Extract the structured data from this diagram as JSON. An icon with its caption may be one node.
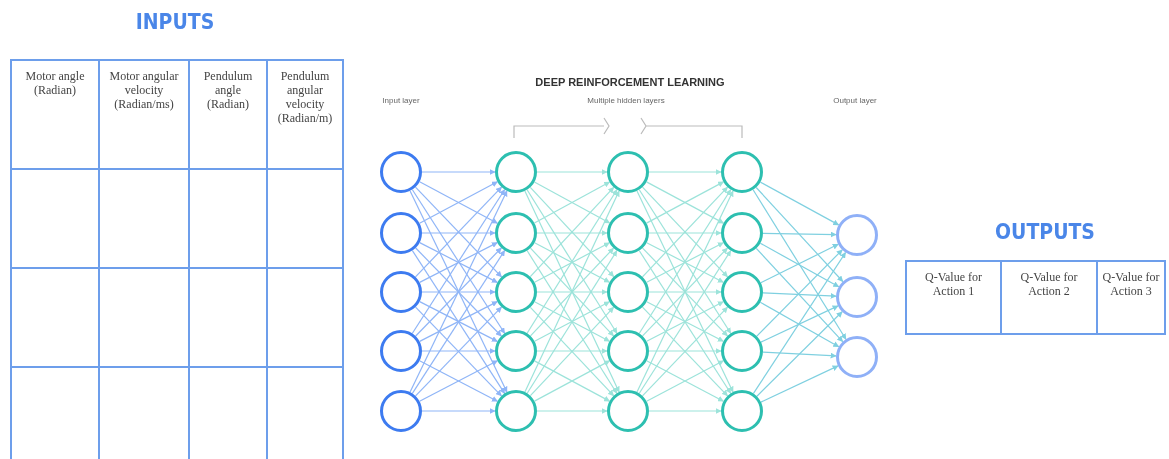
{
  "diagram": {
    "title": "DEEP REINFORCEMENT LEARNING",
    "nodes": [
      {
        "text": [],
        "shape": "circle"
      },
      {
        "text": [],
        "shape": "circle"
      },
      {
        "text": [],
        "shape": "circle"
      },
      {
        "text": [],
        "shape": "circle"
      },
      {
        "text": [],
        "shape": "circle"
      },
      {
        "text": [],
        "shape": "circle"
      },
      {
        "text": [],
        "shape": "circle"
      },
      {
        "text": [],
        "shape": "circle"
      },
      {
        "text": [],
        "shape": "circle"
      },
      {
        "text": [],
        "shape": "circle"
      },
      {
        "text": [],
        "shape": "circle"
      },
      {
        "text": [],
        "shape": "circle"
      },
      {
        "text": [],
        "shape": "circle"
      },
      {
        "text": [],
        "shape": "circle"
      },
      {
        "text": [],
        "shape": "circle"
      },
      {
        "text": [],
        "shape": "circle"
      },
      {
        "text": [],
        "shape": "circle"
      },
      {
        "text": [],
        "shape": "circle"
      },
      {
        "text": [],
        "shape": "circle"
      },
      {
        "text": [],
        "shape": "circle"
      },
      {
        "text": [],
        "shape": "circle"
      },
      {
        "text": [],
        "shape": "circle"
      },
      {
        "text": [],
        "shape": "circle"
      }
    ],
    "edges": [
      {
        "from": 0,
        "to": 5,
        "arrow": "to"
      },
      {
        "from": 0,
        "to": 6,
        "arrow": "to"
      },
      {
        "from": 0,
        "to": 7,
        "arrow": "to"
      },
      {
        "from": 0,
        "to": 8,
        "arrow": "to"
      },
      {
        "from": 0,
        "to": 9,
        "arrow": "to"
      },
      {
        "from": 1,
        "to": 5,
        "arrow": "to"
      },
      {
        "from": 1,
        "to": 6,
        "arrow": "to"
      },
      {
        "from": 1,
        "to": 7,
        "arrow": "to"
      },
      {
        "from": 1,
        "to": 8,
        "arrow": "to"
      },
      {
        "from": 1,
        "to": 9,
        "arrow": "to"
      },
      {
        "from": 2,
        "to": 5,
        "arrow": "to"
      },
      {
        "from": 2,
        "to": 6,
        "arrow": "to"
      },
      {
        "from": 2,
        "to": 7,
        "arrow": "to"
      },
      {
        "from": 2,
        "to": 8,
        "arrow": "to"
      },
      {
        "from": 2,
        "to": 9,
        "arrow": "to"
      },
      {
        "from": 3,
        "to": 5,
        "arrow": "to"
      },
      {
        "from": 3,
        "to": 6,
        "arrow": "to"
      },
      {
        "from": 3,
        "to": 7,
        "arrow": "to"
      },
      {
        "from": 3,
        "to": 8,
        "arrow": "to"
      },
      {
        "from": 3,
        "to": 9,
        "arrow": "to"
      },
      {
        "from": 4,
        "to": 5,
        "arrow": "to"
      },
      {
        "from": 4,
        "to": 6,
        "arrow": "to"
      },
      {
        "from": 4,
        "to": 7,
        "arrow": "to"
      },
      {
        "from": 4,
        "to": 8,
        "arrow": "to"
      },
      {
        "from": 4,
        "to": 9,
        "arrow": "to"
      },
      {
        "from": 5,
        "to": 10,
        "arrow": "to"
      },
      {
        "from": 5,
        "to": 11,
        "arrow": "to"
      },
      {
        "from": 5,
        "to": 12,
        "arrow": "to"
      },
      {
        "from": 5,
        "to": 13,
        "arrow": "to"
      },
      {
        "from": 5,
        "to": 14,
        "arrow": "to"
      },
      {
        "from": 6,
        "to": 10,
        "arrow": "to"
      },
      {
        "from": 6,
        "to": 11,
        "arrow": "to"
      },
      {
        "from": 6,
        "to": 12,
        "arrow": "to"
      },
      {
        "from": 6,
        "to": 13,
        "arrow": "to"
      },
      {
        "from": 6,
        "to": 14,
        "arrow": "to"
      },
      {
        "from": 7,
        "to": 10,
        "arrow": "to"
      },
      {
        "from": 7,
        "to": 11,
        "arrow": "to"
      },
      {
        "from": 7,
        "to": 12,
        "arrow": "to"
      },
      {
        "from": 7,
        "to": 13,
        "arrow": "to"
      },
      {
        "from": 7,
        "to": 14,
        "arrow": "to"
      },
      {
        "from": 8,
        "to": 10,
        "arrow": "to"
      },
      {
        "from": 8,
        "to": 11,
        "arrow": "to"
      },
      {
        "from": 8,
        "to": 12,
        "arrow": "to"
      },
      {
        "from": 8,
        "to": 13,
        "arrow": "to"
      },
      {
        "from": 8,
        "to": 14,
        "arrow": "to"
      },
      {
        "from": 9,
        "to": 10,
        "arrow": "to"
      },
      {
        "from": 9,
        "to": 11,
        "arrow": "to"
      },
      {
        "from": 9,
        "to": 12,
        "arrow": "to"
      },
      {
        "from": 9,
        "to": 13,
        "arrow": "to"
      },
      {
        "from": 9,
        "to": 14,
        "arrow": "to"
      },
      {
        "from": 10,
        "to": 15,
        "arrow": "to"
      },
      {
        "from": 10,
        "to": 16,
        "arrow": "to"
      },
      {
        "from": 10,
        "to": 17,
        "arrow": "to"
      },
      {
        "from": 10,
        "to": 18,
        "arrow": "to"
      },
      {
        "from": 10,
        "to": 19,
        "arrow": "to"
      },
      {
        "from": 11,
        "to": 15,
        "arrow": "to"
      },
      {
        "from": 11,
        "to": 16,
        "arrow": "to"
      },
      {
        "from": 11,
        "to": 17,
        "arrow": "to"
      },
      {
        "from": 11,
        "to": 18,
        "arrow": "to"
      },
      {
        "from": 11,
        "to": 19,
        "arrow": "to"
      },
      {
        "from": 12,
        "to": 15,
        "arrow": "to"
      },
      {
        "from": 12,
        "to": 16,
        "arrow": "to"
      },
      {
        "from": 12,
        "to": 17,
        "arrow": "to"
      },
      {
        "from": 12,
        "to": 18,
        "arrow": "to"
      },
      {
        "from": 12,
        "to": 19,
        "arrow": "to"
      },
      {
        "from": 13,
        "to": 15,
        "arrow": "to"
      },
      {
        "from": 13,
        "to": 16,
        "arrow": "to"
      },
      {
        "from": 13,
        "to": 17,
        "arrow": "to"
      },
      {
        "from": 13,
        "to": 18,
        "arrow": "to"
      },
      {
        "from": 13,
        "to": 19,
        "arrow": "to"
      },
      {
        "from": 14,
        "to": 15,
        "arrow": "to"
      },
      {
        "from": 14,
        "to": 16,
        "arrow": "to"
      },
      {
        "from": 14,
        "to": 17,
        "arrow": "to"
      },
      {
        "from": 14,
        "to": 18,
        "arrow": "to"
      },
      {
        "from": 14,
        "to": 19,
        "arrow": "to"
      },
      {
        "from": 15,
        "to": 20,
        "arrow": "to"
      },
      {
        "from": 15,
        "to": 21,
        "arrow": "to"
      },
      {
        "from": 15,
        "to": 22,
        "arrow": "to"
      },
      {
        "from": 16,
        "to": 20,
        "arrow": "to"
      },
      {
        "from": 16,
        "to": 21,
        "arrow": "to"
      },
      {
        "from": 16,
        "to": 22,
        "arrow": "to"
      },
      {
        "from": 17,
        "to": 20,
        "arrow": "to"
      },
      {
        "from": 17,
        "to": 21,
        "arrow": "to"
      },
      {
        "from": 17,
        "to": 22,
        "arrow": "to"
      },
      {
        "from": 18,
        "to": 20,
        "arrow": "to"
      },
      {
        "from": 18,
        "to": 21,
        "arrow": "to"
      },
      {
        "from": 18,
        "to": 22,
        "arrow": "to"
      },
      {
        "from": 19,
        "to": 20,
        "arrow": "to"
      },
      {
        "from": 19,
        "to": 21,
        "arrow": "to"
      },
      {
        "from": 19,
        "to": 22,
        "arrow": "to"
      }
    ],
    "labels": [
      "INPUTS",
      "Motor angle (Radian)",
      "Motor angular velocity (Radian/ms)",
      "Pendulum angle (Radian)",
      "Pendulum angular velocity (Radian/m)",
      "Input layer",
      "Multiple hidden layers",
      "Output layer",
      "OUTPUTS",
      "Q-Value for Action 1",
      "Q-Value for Action 2",
      "Q-Value for Action 3"
    ]
  }
}
